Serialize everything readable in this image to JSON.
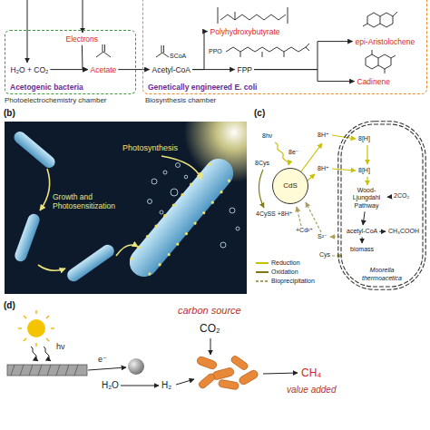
{
  "diagram": {
    "nodes": [
      {
        "text": [
          "Acetogenic bacteria"
        ]
      },
      {
        "text": [
          "Electrons"
        ],
        "in": 0
      },
      {
        "text": [
          "H₂O + CO₂"
        ],
        "in": 0
      },
      {
        "text": [
          "Acetate"
        ],
        "in": 0
      },
      {
        "text": [
          "Genetically engineered E. coli"
        ]
      },
      {
        "text": [
          "Acetyl-CoA"
        ],
        "in": 4
      },
      {
        "text": [
          "Polyhydroxybutyrate"
        ],
        "in": 4
      },
      {
        "text": [
          "FPP"
        ],
        "in": 4
      },
      {
        "text": [
          "epi-Aristolochene"
        ],
        "in": 4
      },
      {
        "text": [
          "Cadinene"
        ],
        "in": 4
      },
      {
        "text": [
          "CdS"
        ]
      },
      {
        "text": [
          "Moorella thermoacetica"
        ]
      },
      {
        "text": [
          "Wood-Ljungdahl Pathway"
        ],
        "in": 11
      },
      {
        "text": [
          "2CO₂"
        ],
        "in": 11
      },
      {
        "text": [
          "acetyl-CoA"
        ],
        "in": 11
      },
      {
        "text": [
          "CH₃COOH"
        ],
        "in": 11
      },
      {
        "text": [
          "biomass"
        ],
        "in": 11
      },
      {
        "text": [
          "H₂O"
        ]
      },
      {
        "text": [
          "H₂"
        ]
      },
      {
        "text": [
          "CO₂"
        ]
      },
      {
        "text": [
          "CH₄"
        ]
      }
    ],
    "edges": [
      {
        "from": 2,
        "to": 3,
        "arrow": "to"
      },
      {
        "from": 1,
        "to": 3,
        "arrow": "to"
      },
      {
        "from": 3,
        "to": 5,
        "arrow": "to"
      },
      {
        "from": 5,
        "to": 6,
        "arrow": "to"
      },
      {
        "from": 5,
        "to": 7,
        "arrow": "to"
      },
      {
        "from": 7,
        "to": 8,
        "arrow": "to"
      },
      {
        "from": 7,
        "to": 9,
        "arrow": "to"
      },
      {
        "from": 13,
        "to": 12,
        "arrow": "to"
      },
      {
        "from": 12,
        "to": 14,
        "arrow": "to"
      },
      {
        "from": 14,
        "to": 15,
        "arrow": "to"
      },
      {
        "from": 14,
        "to": 16,
        "arrow": "to"
      },
      {
        "from": 17,
        "to": 18,
        "arrow": "to"
      }
    ],
    "labels": [
      "Photoelectrochemistry chamber",
      "Biosynthesis chamber",
      "SCoA",
      "PPO",
      "(b)",
      "Photosynthesis",
      "Growth and Photosensitization",
      "(c)",
      "8hν",
      "8e⁻",
      "8H⁺",
      "8[H]",
      "8H⁺",
      "8[H]",
      "8Cys",
      "4CySS +8H⁺",
      "+Cd²⁺",
      "S²⁻",
      "Cys",
      "(d)",
      "hν",
      "e⁻",
      "carbon source",
      "value added"
    ],
    "legend": [
      {
        "text": "Reduction"
      },
      {
        "text": "Oxidation"
      },
      {
        "text": "Bioprecipitation"
      }
    ]
  }
}
